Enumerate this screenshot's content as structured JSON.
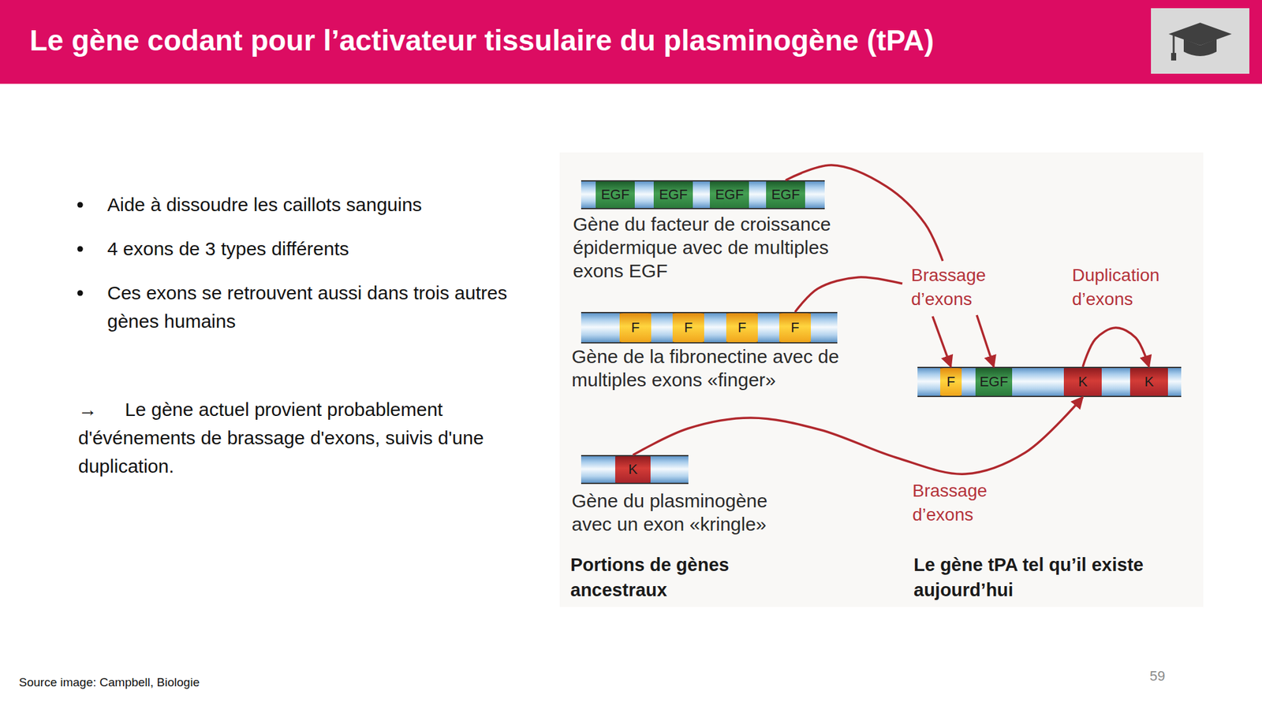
{
  "diagram": {
    "title": "Le gène codant pour l’activateur tissulaire du plasminogène (tPA)",
    "nodes": [
      {
        "text": [
          "Gène du facteur de croissance épidermique avec de multiples exons EGF"
        ]
      },
      {
        "text": [
          "EGF"
        ],
        "in": 0
      },
      {
        "text": [
          "EGF"
        ],
        "in": 0
      },
      {
        "text": [
          "EGF"
        ],
        "in": 0
      },
      {
        "text": [
          "EGF"
        ],
        "in": 0
      },
      {
        "text": [
          "Gène de la fibronectine avec de multiples exons «finger»"
        ]
      },
      {
        "text": [
          "F"
        ],
        "in": 5
      },
      {
        "text": [
          "F"
        ],
        "in": 5
      },
      {
        "text": [
          "F"
        ],
        "in": 5
      },
      {
        "text": [
          "F"
        ],
        "in": 5
      },
      {
        "text": [
          "Gène du plasminogène avec un exon «kringle»"
        ]
      },
      {
        "text": [
          "K"
        ],
        "in": 10
      },
      {
        "text": [
          "Le gène tPA tel qu’il existe aujourd’hui"
        ]
      },
      {
        "text": [
          "F"
        ],
        "in": 12
      },
      {
        "text": [
          "EGF"
        ],
        "in": 12
      },
      {
        "text": [
          "K"
        ],
        "in": 12
      },
      {
        "text": [
          "K"
        ],
        "in": 12
      }
    ],
    "edges": [
      {
        "from": 4,
        "to": 14,
        "arrow": "to"
      },
      {
        "from": 9,
        "to": 13,
        "arrow": "to"
      },
      {
        "from": 11,
        "to": 15,
        "label": "Brassage d’exons",
        "arrow": "to"
      },
      {
        "from": 15,
        "to": 16,
        "label": "Duplication d’exons",
        "arrow": "to"
      }
    ],
    "labels": [
      "Aide à dissoudre les caillots sanguins",
      "4 exons de 3 types différents",
      "Ces exons se retrouvent aussi dans trois autres gènes humains",
      "→",
      "Le gène actuel provient probablement d'événements de brassage d'exons, suivis d'une duplication.",
      "Brassage d’exons",
      "Portions de gènes ancestraux",
      "Source image: Campbell, Biologie",
      "59"
    ]
  }
}
